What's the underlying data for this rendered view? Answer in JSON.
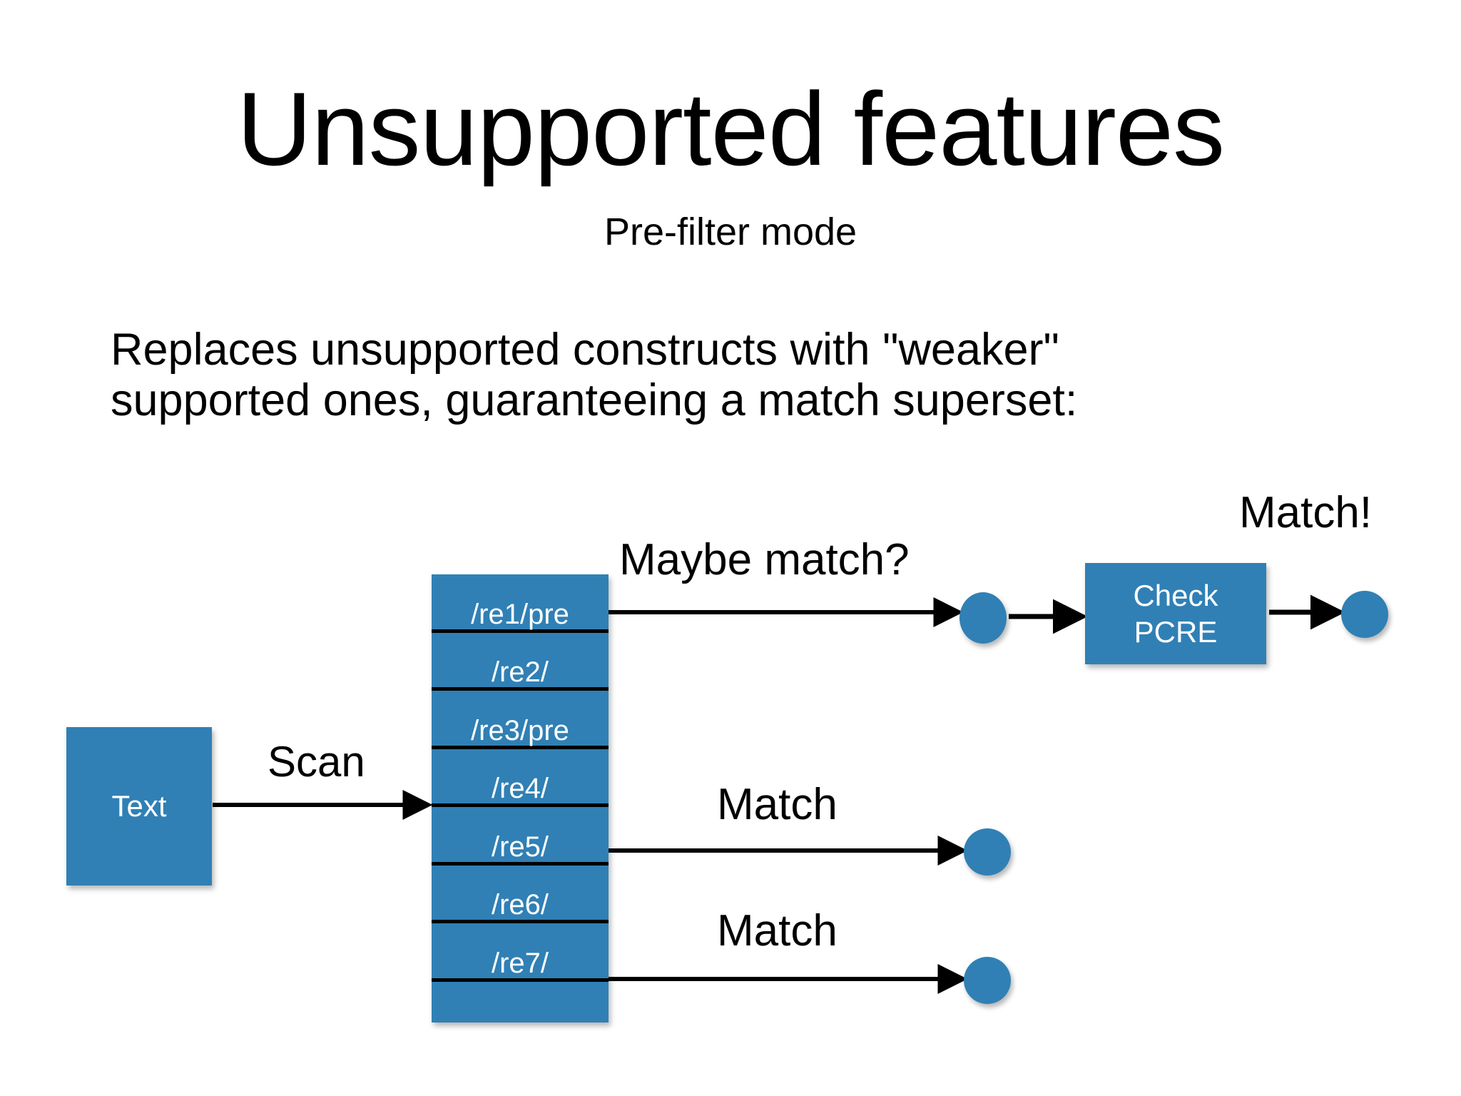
{
  "slide": {
    "title": "Unsupported features",
    "subtitle": "Pre-filter mode",
    "body_line_1": "Replaces unsupported constructs with \"weaker\"",
    "body_line_2": "supported ones, guaranteeing a match superset:"
  },
  "colors": {
    "accent_blue": "#3080b5",
    "background": "#ffffff",
    "line_black": "#000000",
    "node_text": "#ffffff"
  },
  "diagram": {
    "input_node": {
      "label": "Text"
    },
    "pcre_node": {
      "label_line_1": "Check",
      "label_line_2": "PCRE"
    },
    "regex_list": {
      "rows": [
        {
          "label": "/re1/pre"
        },
        {
          "label": "/re2/"
        },
        {
          "label": "/re3/pre"
        },
        {
          "label": "/re4/"
        },
        {
          "label": "/re5/"
        },
        {
          "label": "/re6/"
        },
        {
          "label": "/re7/"
        },
        {
          "label": ""
        }
      ]
    },
    "edges": [
      {
        "name": "scan",
        "label": "Scan"
      },
      {
        "name": "maybe-match",
        "label": "Maybe match?"
      },
      {
        "name": "pcre-result",
        "label": "Match!"
      },
      {
        "name": "match-1",
        "label": "Match"
      },
      {
        "name": "match-2",
        "label": "Match"
      }
    ],
    "dots": [
      {
        "name": "maybe-match-dot"
      },
      {
        "name": "final-match-dot"
      },
      {
        "name": "match-dot-1"
      },
      {
        "name": "match-dot-2"
      }
    ]
  }
}
